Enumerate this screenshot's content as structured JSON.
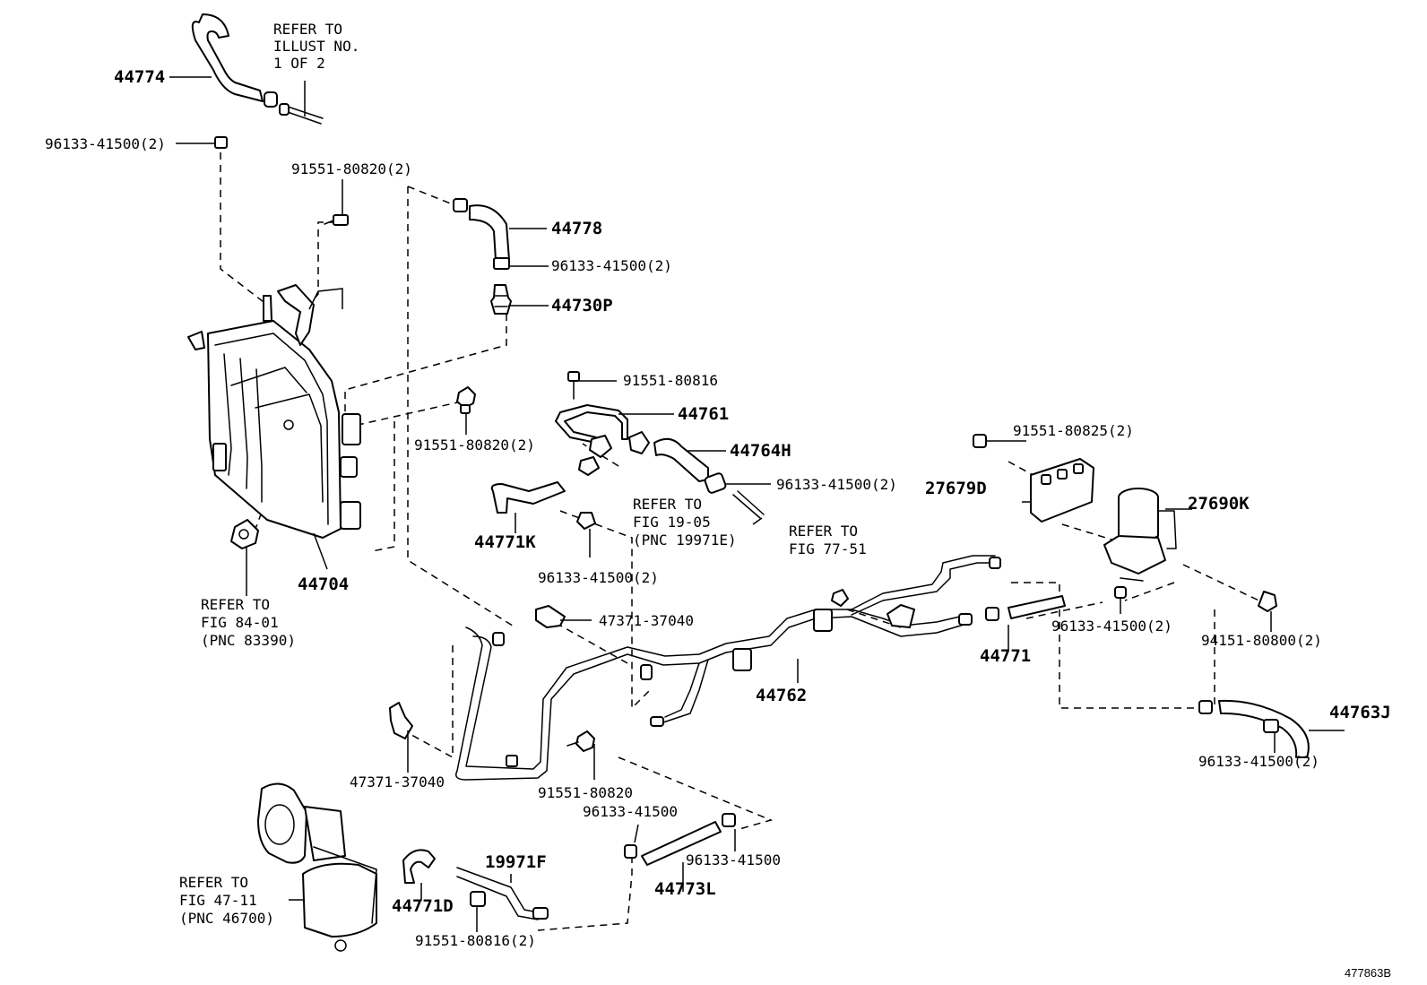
{
  "diagram_id": "477863B",
  "callouts": {
    "c44774": "44774",
    "c44778": "44778",
    "c44730P": "44730P",
    "c44761": "44761",
    "c44764H": "44764H",
    "c44771K": "44771K",
    "c44704": "44704",
    "c27679D": "27679D",
    "c27690K": "27690K",
    "c44771": "44771",
    "c44762": "44762",
    "c44763J": "44763J",
    "c44773L": "44773L",
    "c19971F": "19971F",
    "c44771D": "44771D",
    "p96133_a": "96133-41500(2)",
    "p96133_b": "96133-41500(2)",
    "p96133_c": "96133-41500(2)",
    "p96133_d": "96133-41500(2)",
    "p96133_e": "96133-41500(2)",
    "p96133_f": "96133-41500(2)",
    "p96133_g": "96133-41500",
    "p96133_h": "96133-41500",
    "p91551_80820_a": "91551-80820(2)",
    "p91551_80820_b": "91551-80820(2)",
    "p91551_80820_c": "91551-80820",
    "p91551_80816": "91551-80816",
    "p91551_80816_2": "91551-80816(2)",
    "p91551_80825": "91551-80825(2)",
    "p94151": "94151-80800(2)",
    "p47371_a": "47371-37040",
    "p47371_b": "47371-37040"
  },
  "refer_notes": {
    "illust": [
      "REFER TO",
      "ILLUST NO.",
      "1 OF 2"
    ],
    "fig84": [
      "REFER TO",
      "FIG 84-01",
      "(PNC 83390)"
    ],
    "fig19": [
      "REFER TO",
      "FIG 19-05",
      "(PNC 19971E)"
    ],
    "fig77": [
      "REFER TO",
      "FIG 77-51"
    ],
    "fig47": [
      "REFER TO",
      "FIG 47-11",
      "(PNC 46700)"
    ]
  }
}
